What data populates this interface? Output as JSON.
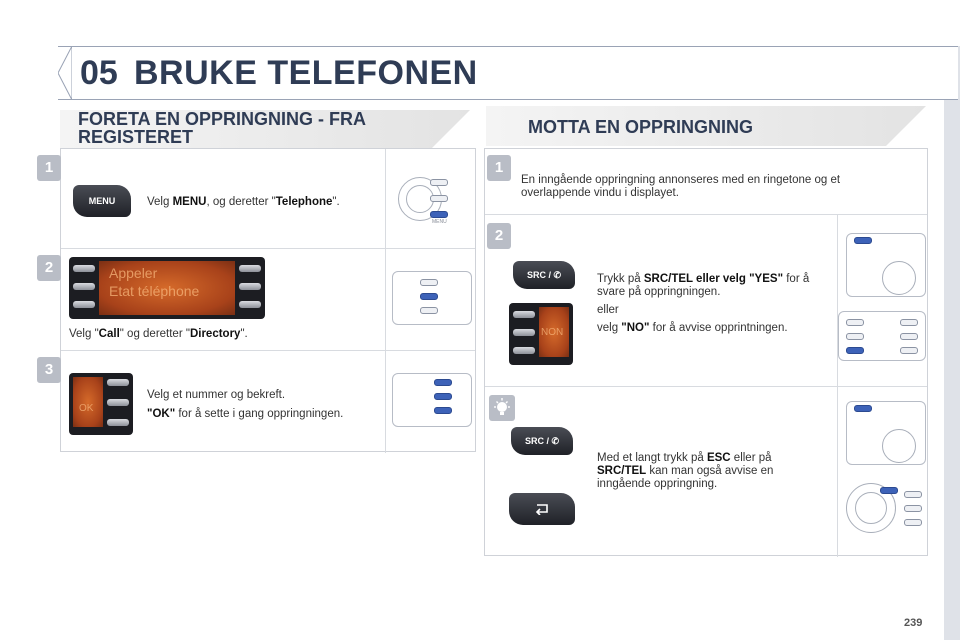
{
  "header": {
    "chapter_number": "05",
    "chapter_title": "BRUKE TELEFONEN"
  },
  "left_section": {
    "title_line1": "FORETA EN OPPRINGNING - FRA",
    "title_line2": "REGISTERET",
    "steps": [
      {
        "number": "1",
        "button_label": "MENU",
        "text_pre": "Velg ",
        "bold1": "MENU",
        "text_mid": ", og deretter \"",
        "bold2": "Telephone",
        "text_post": "\"."
      },
      {
        "number": "2",
        "screen_line1": "Appeler",
        "screen_line2": "Etat téléphone",
        "text_pre": "Velg \"",
        "bold1": "Call",
        "text_mid": "\" og deretter \"",
        "bold2": "Directory",
        "text_post": "\"."
      },
      {
        "number": "3",
        "screen_ok": "OK",
        "line1": "Velg et nummer og bekreft.",
        "bold": "\"OK\"",
        "line2_post": " for å sette i gang oppringningen."
      }
    ]
  },
  "right_section": {
    "title": "MOTTA EN OPPRINGNING",
    "steps": [
      {
        "number": "1",
        "text": "En inngående oppringning annonseres med en ringetone og et overlappende vindu i displayet."
      },
      {
        "number": "2",
        "button_label": "SRC / ✆",
        "screen_text": "NON",
        "t1_pre": "Trykk på ",
        "t1_bold": "SRC/TEL eller velg \"YES\"",
        "t1_post": " for å svare på oppringningen.",
        "t2": "eller",
        "t3_pre": "velg ",
        "t3_bold": "\"NO\"",
        "t3_post": " for å avvise opprintningen."
      },
      {
        "number": "tip",
        "button_label": "SRC / ✆",
        "t_pre": "Med et langt trykk på ",
        "t_bold1": "ESC",
        "t_mid": " eller på ",
        "t_bold2": "SRC/TEL",
        "t_post": " kan man også avvise en inngående oppringning."
      }
    ]
  },
  "page_number": "239"
}
